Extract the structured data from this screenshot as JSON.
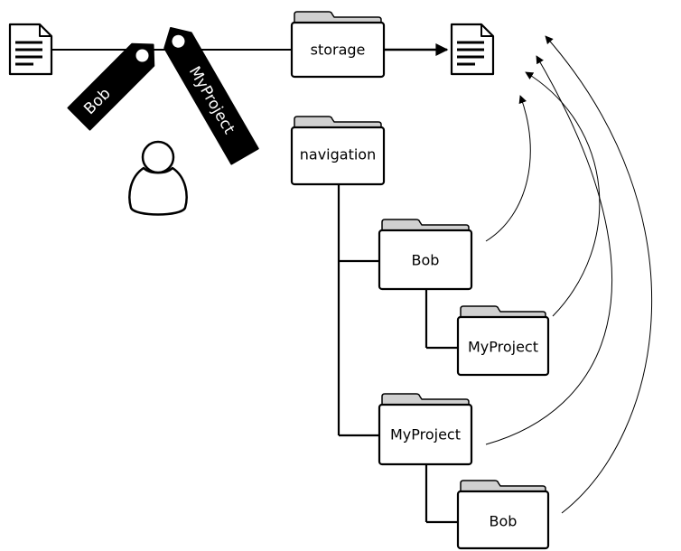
{
  "diagram": {
    "tags": [
      {
        "label": "Bob"
      },
      {
        "label": "MyProject"
      }
    ],
    "folders": {
      "storage": "storage",
      "navigation": "navigation",
      "nav_bob": "Bob",
      "nav_bob_myproject": "MyProject",
      "nav_myproject": "MyProject",
      "nav_myproject_bob": "Bob"
    },
    "icons": {
      "source_document": "document-icon",
      "stored_document": "document-icon",
      "user": "user-icon",
      "tag": "tag-icon",
      "folder": "folder-icon"
    },
    "colors": {
      "stroke": "#000000",
      "tag_fill": "#000000",
      "folder_tab_fill": "#d0d0d0",
      "background": "#ffffff"
    }
  }
}
